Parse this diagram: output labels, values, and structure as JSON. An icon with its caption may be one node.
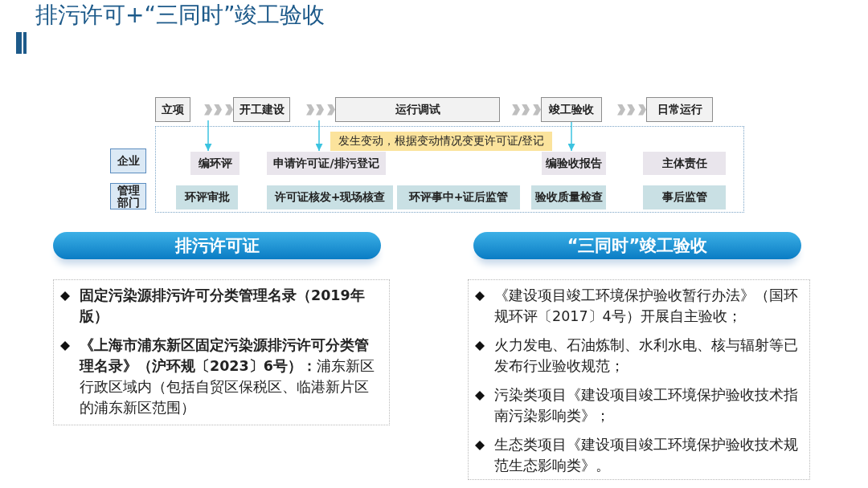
{
  "diagram": {
    "title": "排污许可+“三同时”竣工验收",
    "nodes": [
      {
        "text": [
          "立项"
        ]
      },
      {
        "text": [
          "开工建设"
        ]
      },
      {
        "text": [
          "运行调试"
        ]
      },
      {
        "text": [
          "竣工验收"
        ]
      },
      {
        "text": [
          "日常运行"
        ]
      },
      {
        "text": [],
        "shape": "box"
      },
      {
        "text": [
          "企业"
        ]
      },
      {
        "text": [
          "管理部门"
        ]
      },
      {
        "text": [
          "发生变动，根据变动情况变更许可证/登记"
        ],
        "in": 5
      },
      {
        "text": [
          "编环评"
        ],
        "in": 5
      },
      {
        "text": [
          "申请许可证/排污登记"
        ],
        "in": 5
      },
      {
        "text": [
          "编验收报告"
        ],
        "in": 5
      },
      {
        "text": [
          "主体责任"
        ],
        "in": 5
      },
      {
        "text": [
          "环评审批"
        ],
        "in": 5
      },
      {
        "text": [
          "许可证核发+现场核查"
        ],
        "in": 5
      },
      {
        "text": [
          "环评事中+证后监管"
        ],
        "in": 5
      },
      {
        "text": [
          "验收质量检查"
        ],
        "in": 5
      },
      {
        "text": [
          "事后监管"
        ],
        "in": 5
      },
      {
        "text": [
          "排污许可证"
        ]
      },
      {
        "text": [
          "固定污染源排污许可分类管理名录（2019年版）",
          "**《上海市浦东新区固定污染源排污许可分类管理名录》（沪环规〔2023〕6号）：**浦东新区行政区域内（包括自贸区保税区、临港新片区的浦东新区范围）"
        ]
      },
      {
        "text": [
          "“三同时”竣工验收"
        ]
      },
      {
        "text": [
          "《建设项目竣工环境保护验收暂行办法》（国环规环评〔2017〕4号）开展自主验收；",
          "火力发电、石油炼制、水利水电、核与辐射等已发布行业验收规范；",
          "污染类项目《建设项目竣工环境保护验收技术指南污染影响类》；",
          "生态类项目《建设项目竣工环境保护验收技术规范生态影响类》。"
        ]
      }
    ],
    "edges": [
      {
        "from": 0,
        "to": 1,
        "arrow": "to"
      },
      {
        "from": 1,
        "to": 2,
        "arrow": "to"
      },
      {
        "from": 2,
        "to": 3,
        "arrow": "to"
      },
      {
        "from": 3,
        "to": 4,
        "arrow": "to"
      },
      {
        "from": null,
        "to": 9,
        "arrow": "to",
        "color": "#3cc3e0"
      },
      {
        "from": null,
        "to": 10,
        "arrow": "to",
        "color": "#3cc3e0"
      },
      {
        "from": 3,
        "to": 11,
        "arrow": "to",
        "color": "#3cc3e0"
      }
    ]
  }
}
